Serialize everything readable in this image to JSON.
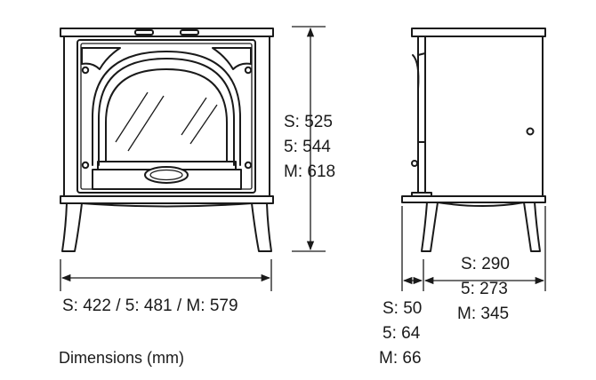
{
  "dimensions": {
    "height": [
      "S: 525",
      "5: 544",
      "M: 618"
    ],
    "width": "S: 422 / 5: 481 / M: 579",
    "depth_top": "S: 290",
    "depth_mid": "5: 273",
    "depth_bottom": "M: 345",
    "leg_offset": [
      "S: 50",
      "5: 64",
      "M: 66"
    ]
  },
  "caption": "Dimensions (mm)"
}
